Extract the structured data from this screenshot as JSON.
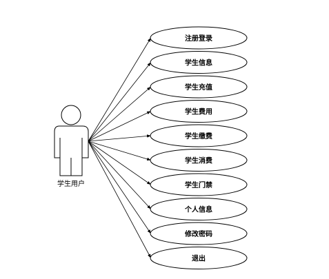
{
  "actor": {
    "label": "学生用户"
  },
  "use_cases": [
    {
      "label": "注册登录"
    },
    {
      "label": "学生信息"
    },
    {
      "label": "学生充值"
    },
    {
      "label": "学生费用"
    },
    {
      "label": "学生缴费"
    },
    {
      "label": "学生消费"
    },
    {
      "label": "学生门禁"
    },
    {
      "label": "个人信息"
    },
    {
      "label": "修改密码"
    },
    {
      "label": "退出"
    }
  ],
  "colors": {
    "stroke": "#000000",
    "fill": "#ffffff"
  }
}
